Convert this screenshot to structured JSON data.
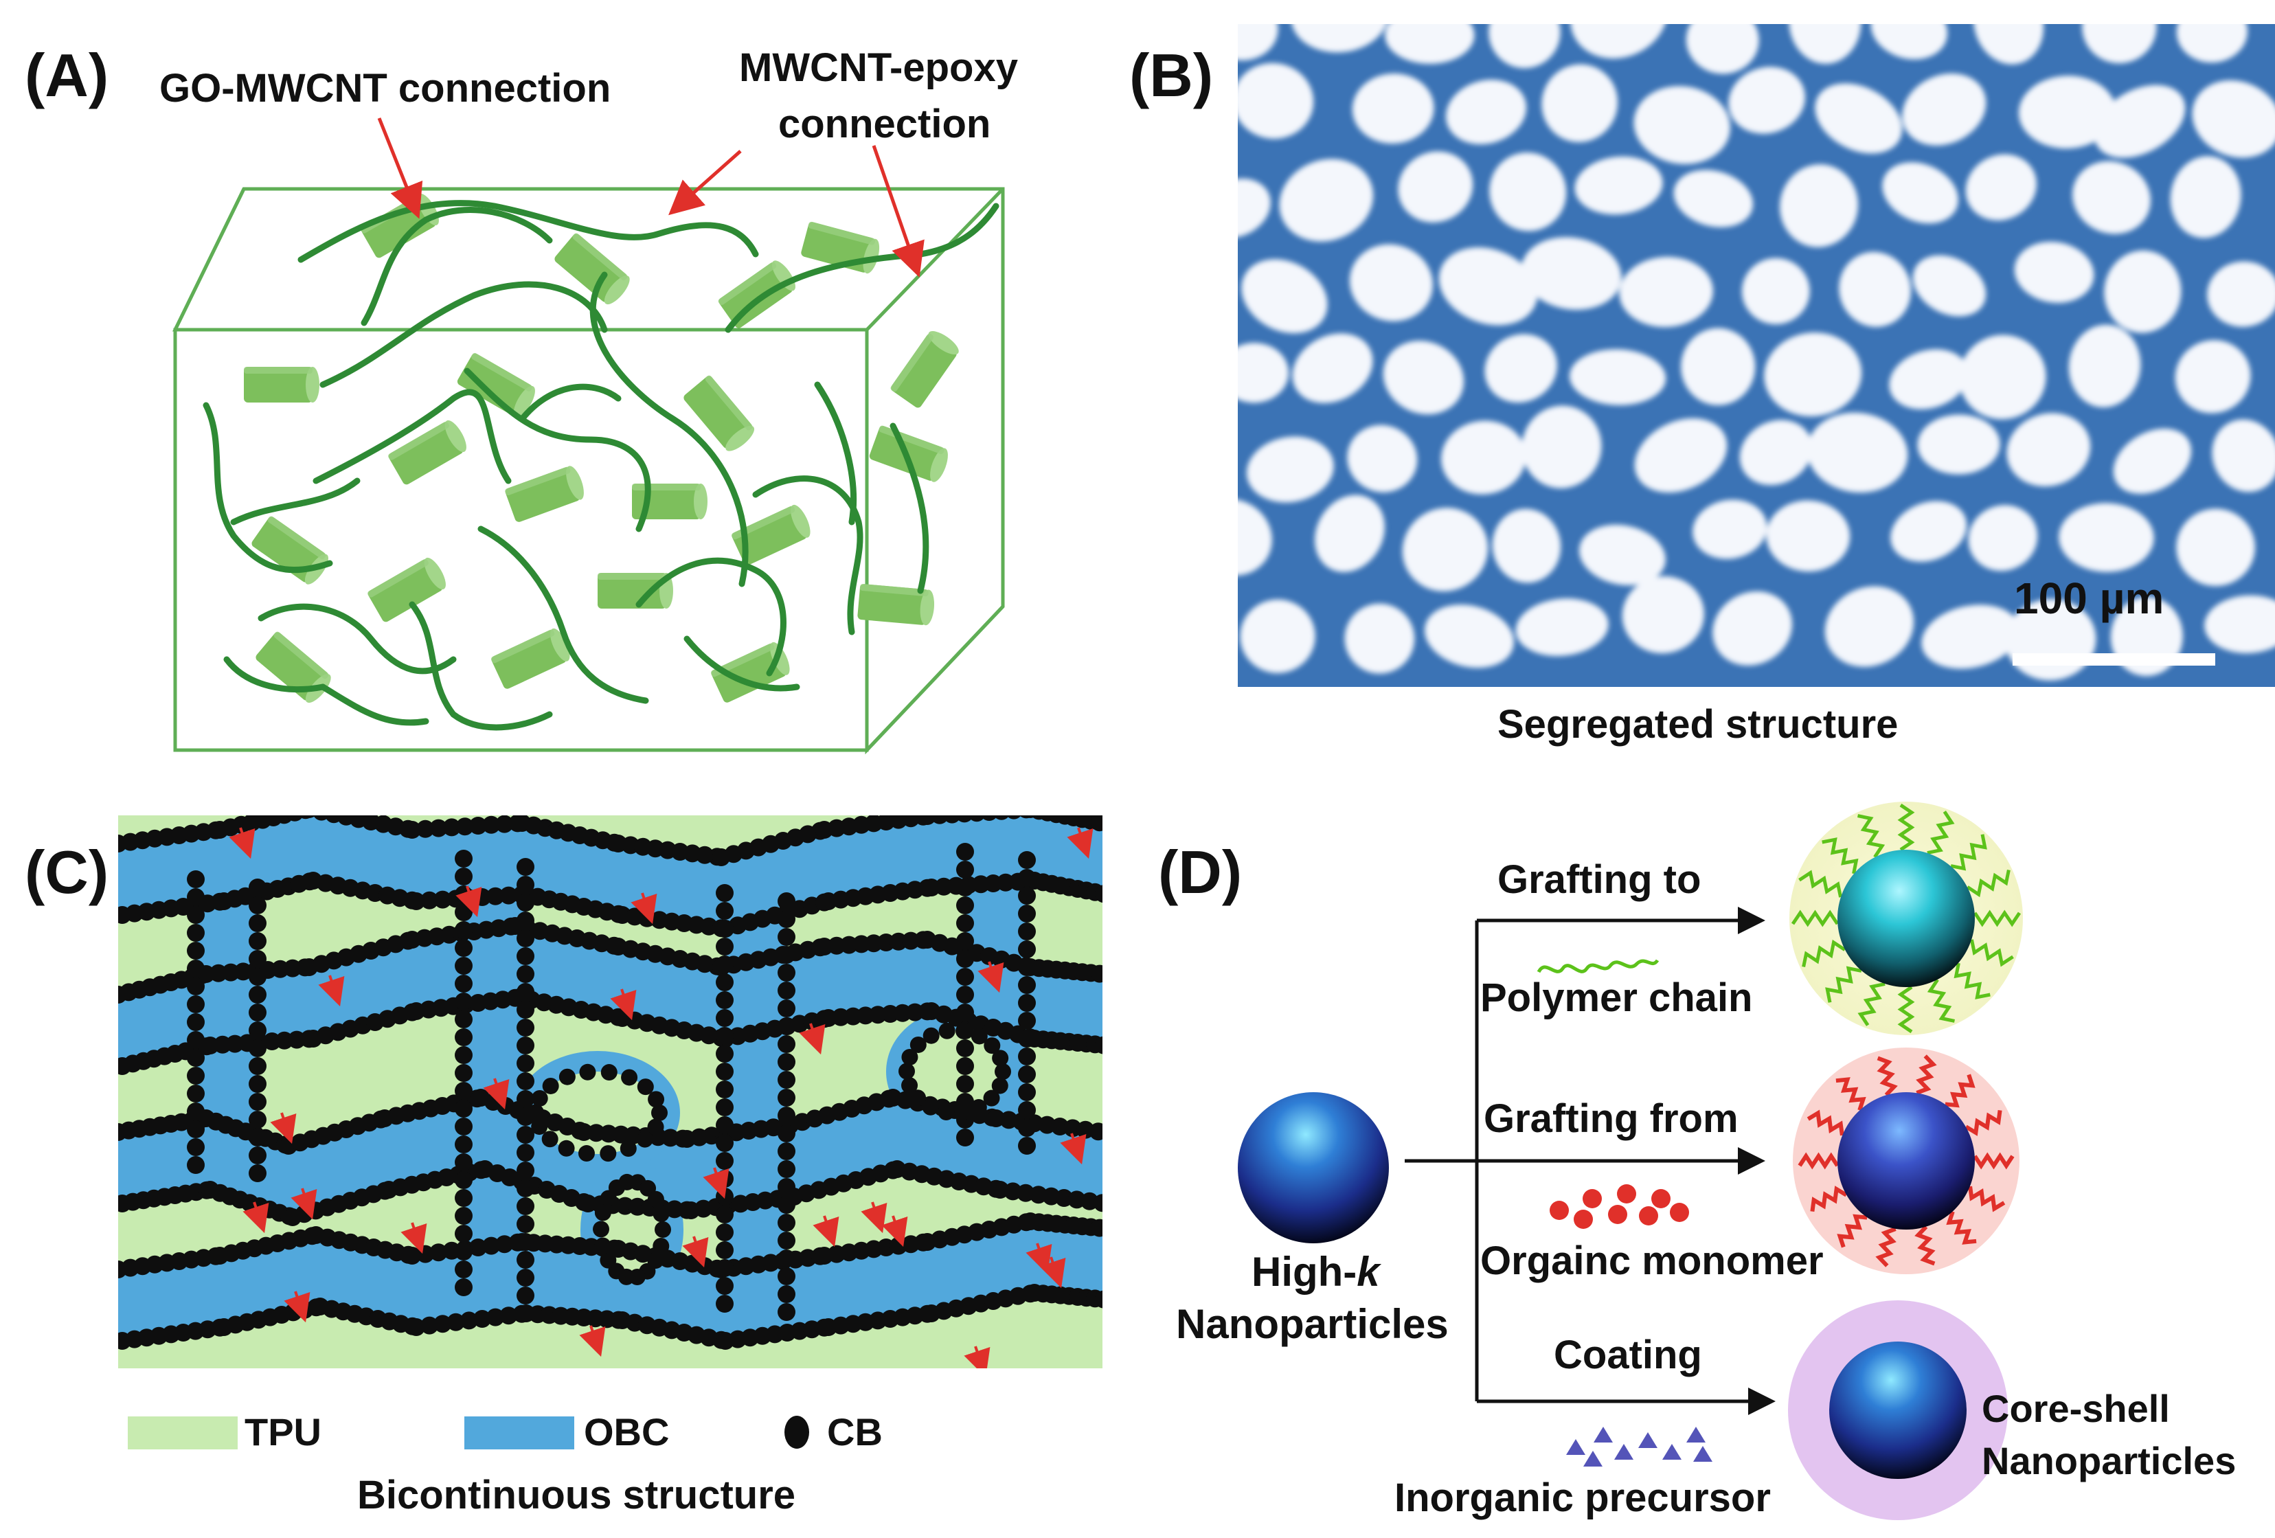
{
  "panels": {
    "A": {
      "label": "(A)",
      "annotations": {
        "go_mwcnt": "GO-MWCNT connection",
        "mwcnt_epoxy_line1": "MWCNT-epoxy",
        "mwcnt_epoxy_line2": "connection"
      }
    },
    "B": {
      "label": "(B)",
      "scale_bar": "100 µm",
      "caption": "Segregated structure"
    },
    "C": {
      "label": "(C)",
      "legend": {
        "tpu": "TPU",
        "obc": "OBC",
        "cb": "CB"
      },
      "caption": "Bicontinuous structure"
    },
    "D": {
      "label": "(D)",
      "source_line1": "High-",
      "source_k": "k",
      "source_line2": "Nanoparticles",
      "routes": [
        {
          "method": "Grafting to",
          "reagent": "Polymer chain",
          "color": "#5cc21a"
        },
        {
          "method": "Grafting from",
          "reagent": "Orgainc monomer",
          "color": "#e0302a"
        },
        {
          "method": "Coating",
          "reagent": "Inorganic precursor",
          "color": "#5454b8"
        }
      ],
      "product_line1": "Core-shell",
      "product_line2": "Nanoparticles"
    }
  },
  "colors": {
    "epoxy_green": "#3d9a3d",
    "platelet_green": "#7dbf5c",
    "tpu_green": "#c8ebb0",
    "obc_blue": "#52a8dc",
    "cb_black": "#0e0e0e",
    "micro_blue": "#3b73b5",
    "arrow_red": "#e0302a"
  },
  "icons": [
    "red-arrow-icon",
    "sphere-icon",
    "polymer-chain-icon",
    "monomer-dots-icon",
    "precursor-triangles-icon"
  ]
}
